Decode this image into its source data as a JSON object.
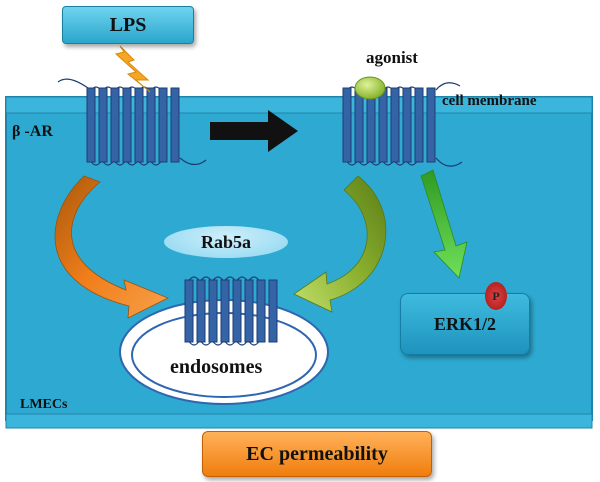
{
  "labels": {
    "lps": "LPS",
    "agonist": "agonist",
    "cell_membrane": "cell membrane",
    "beta_ar": "β -AR",
    "rab5a": "Rab5a",
    "endosomes": "endosomes",
    "erk": "ERK1/2",
    "phospho": "P",
    "lmecs": "LMECs",
    "ec_permeability": "EC permeability"
  },
  "colors": {
    "cell_fill": "#2eaad2",
    "cell_border": "#1f84aa",
    "membrane": "#1e8fba",
    "receptor": "#3464a6",
    "receptor_stroke": "#1c3d74",
    "agonist": "#9bc93a",
    "arrow_black": "#111111",
    "arrow_orange": "#f07e1a",
    "arrow_olive": "#8ab02e",
    "arrow_green": "#44c232",
    "lightning": "#f5a623",
    "endosome_fill": "#ffffff",
    "endosome_ring": "#2f66b0"
  }
}
